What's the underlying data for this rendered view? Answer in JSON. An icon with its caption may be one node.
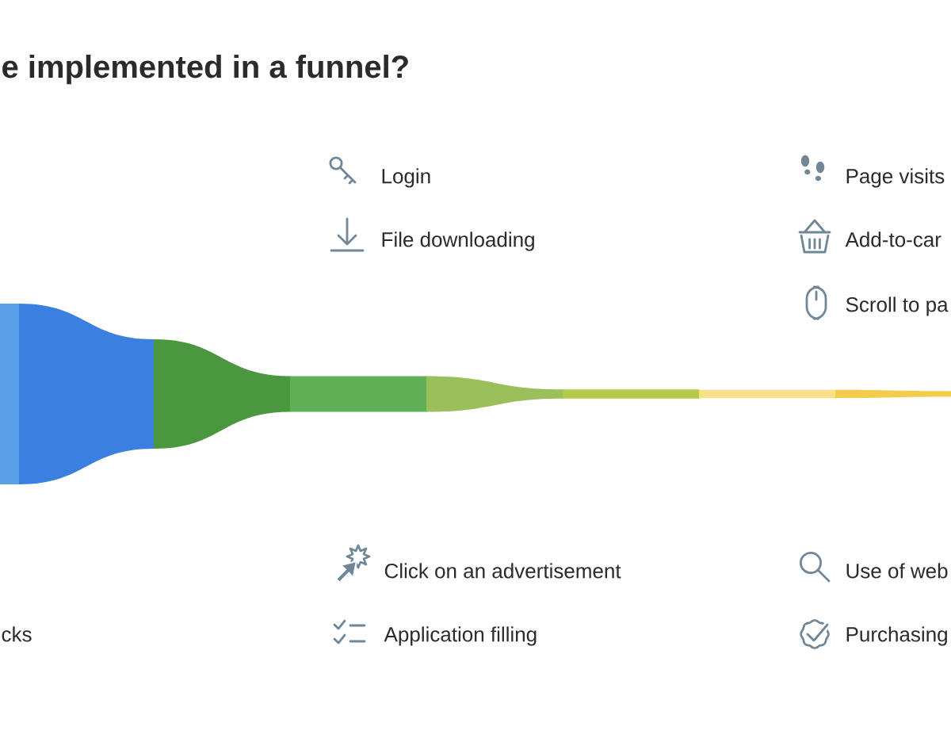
{
  "diagram": {
    "title": "e implemented in a funnel?",
    "labels": [
      "Login",
      "Page visits",
      "File downloading",
      "Add-to-car",
      "Scroll to pa",
      "Click on an advertisement",
      "Use of web",
      "cks",
      "Application filling",
      "Purchasing"
    ]
  }
}
